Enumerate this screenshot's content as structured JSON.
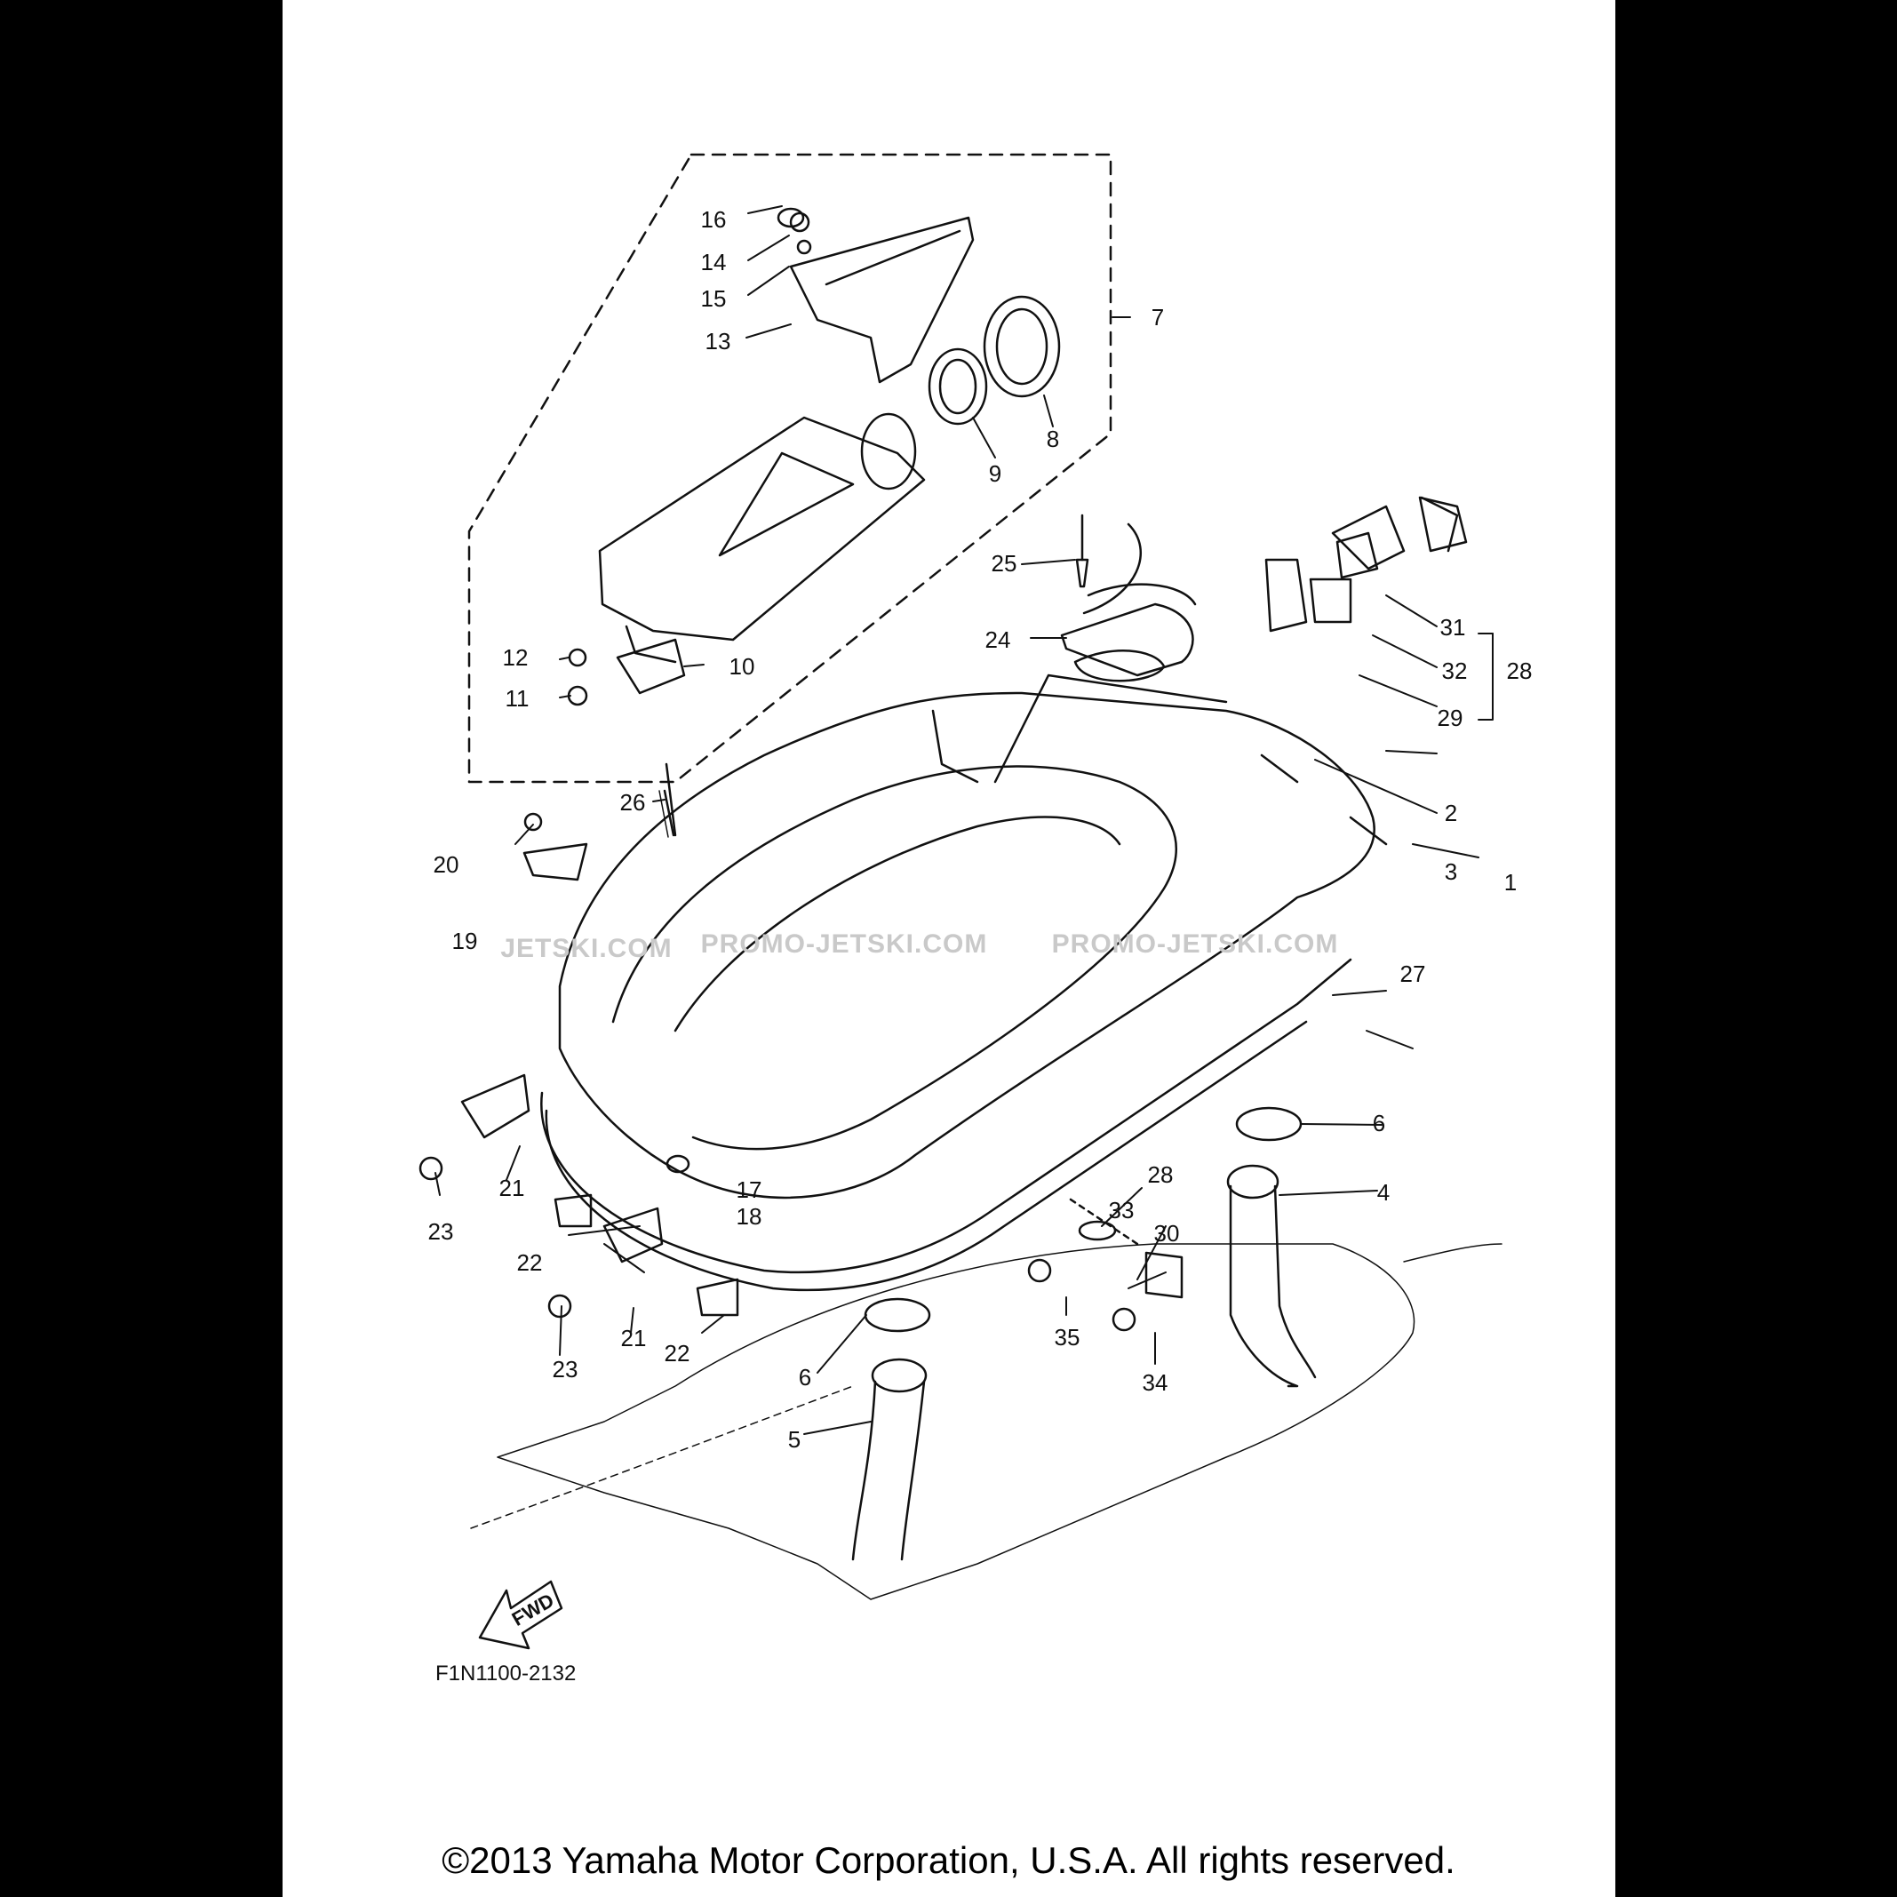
{
  "diagram": {
    "figure_code": "F1N1100-2132",
    "copyright": "©2013 Yamaha Motor Corporation, U.S.A. All rights reserved.",
    "fwd_label": "FWD",
    "watermarks": [
      "JETSKI.COM",
      "PROMO-JETSKI.COM",
      "PROMO-JETSKI.COM"
    ],
    "callouts": [
      "1",
      "2",
      "3",
      "4",
      "5",
      "6",
      "6",
      "7",
      "8",
      "9",
      "10",
      "11",
      "12",
      "13",
      "14",
      "15",
      "16",
      "17",
      "18",
      "19",
      "20",
      "21",
      "21",
      "22",
      "22",
      "23",
      "23",
      "24",
      "25",
      "26",
      "27",
      "28",
      "28",
      "29",
      "30",
      "31",
      "32",
      "33",
      "34",
      "35"
    ]
  }
}
